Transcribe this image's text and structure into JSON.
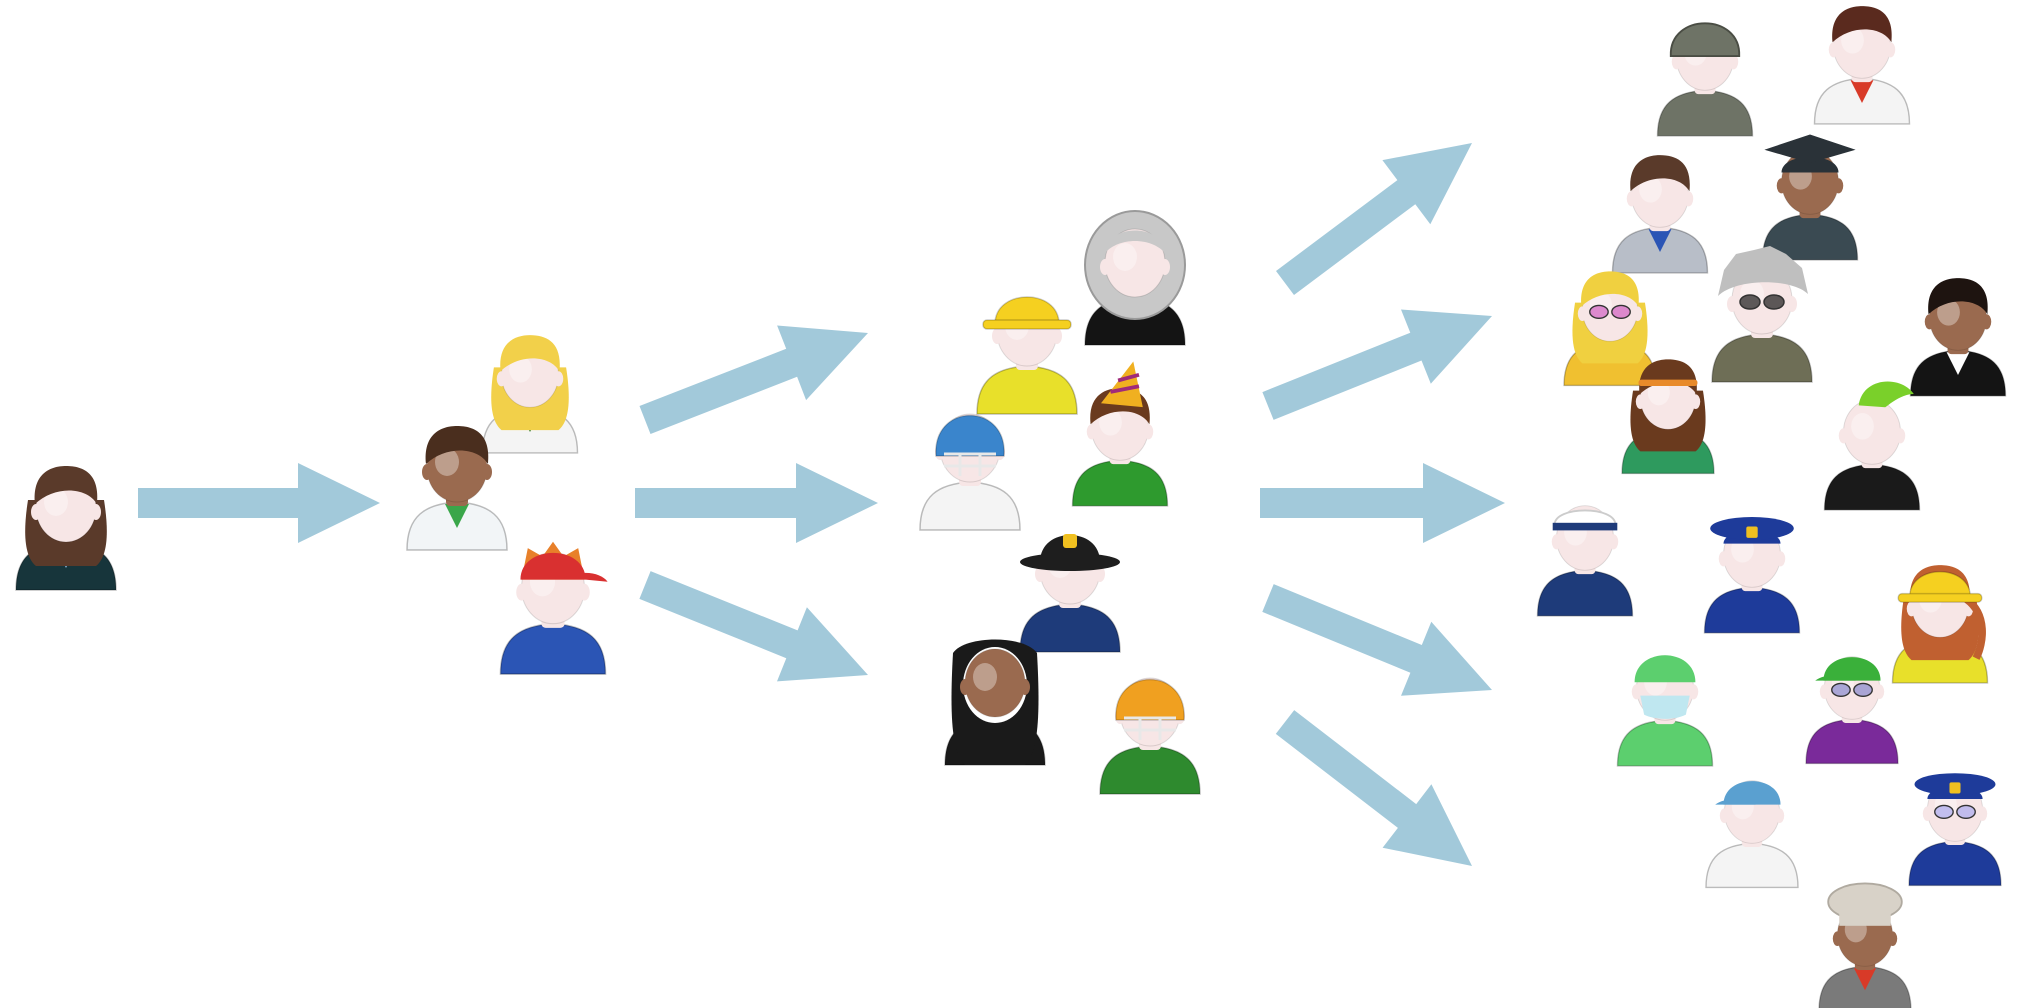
{
  "diagram": {
    "theme": {
      "arrow_color": "#a2c9da",
      "background": "#ffffff",
      "skin_light": "#f7e6e6",
      "skin_dark": "#9a6a4f"
    },
    "levels": [
      {
        "level": 1,
        "people": [
          "businesswoman"
        ]
      },
      {
        "level": 2,
        "people": [
          "bavarian-girl",
          "doctor",
          "kid-in-hoodie"
        ]
      },
      {
        "level": 3,
        "people": [
          "construction-worker",
          "judge",
          "party-guy",
          "football-player-helmet",
          "firefighter",
          "nun",
          "american-football-player"
        ]
      },
      {
        "level": 4,
        "people": [
          "soldier",
          "priest",
          "businessman",
          "graduate",
          "sunglasses-woman",
          "professor",
          "gentleman-in-tuxedo",
          "hippie",
          "punk",
          "sailor",
          "police-officer",
          "construction-worker-woman",
          "surgeon",
          "tourist",
          "baseball-player",
          "pilot",
          "chef"
        ]
      }
    ]
  }
}
